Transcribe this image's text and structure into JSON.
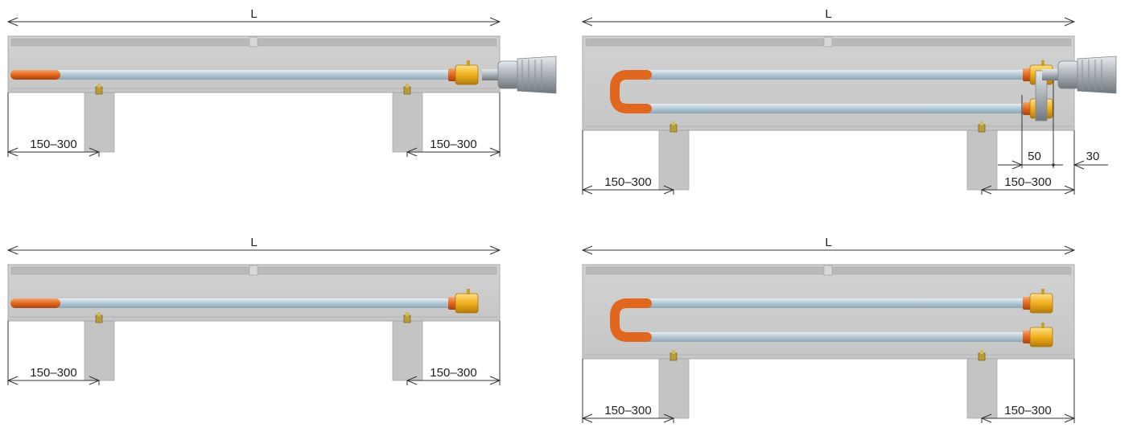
{
  "colors": {
    "housing": "#c6c6c6",
    "housing_edge": "#a8a8a8",
    "housing_top": "#b9b9b9",
    "pipe": "#b8cbd6",
    "pipe_edge": "#8ea6b4",
    "pipe_end": "#e2671e",
    "fitting": "#f0b01e",
    "valve": "#a9b1b7",
    "bracket": "#c4c4c4",
    "dimension": "#333333"
  },
  "icons": {
    "fitting": "brass-fitting-icon",
    "valve": "valve-head-icon",
    "screw": "bracket-screw-icon"
  },
  "panels": [
    {
      "name": "panel-single-pipe-with-valve",
      "pipe_type": "single",
      "has_valve": true,
      "length_label": "L",
      "left_support_label": "150–300",
      "right_support_label": "150–300"
    },
    {
      "name": "panel-u-pipe-with-valve",
      "pipe_type": "u-loop",
      "has_valve": true,
      "length_label": "L",
      "left_support_label": "150–300",
      "right_support_label": "150–300",
      "valve_offset_label": "50",
      "valve_gap_label": "30"
    },
    {
      "name": "panel-single-pipe",
      "pipe_type": "single",
      "has_valve": false,
      "length_label": "L",
      "left_support_label": "150–300",
      "right_support_label": "150–300"
    },
    {
      "name": "panel-u-pipe",
      "pipe_type": "u-loop",
      "has_valve": false,
      "length_label": "L",
      "left_support_label": "150–300",
      "right_support_label": "150–300"
    }
  ]
}
